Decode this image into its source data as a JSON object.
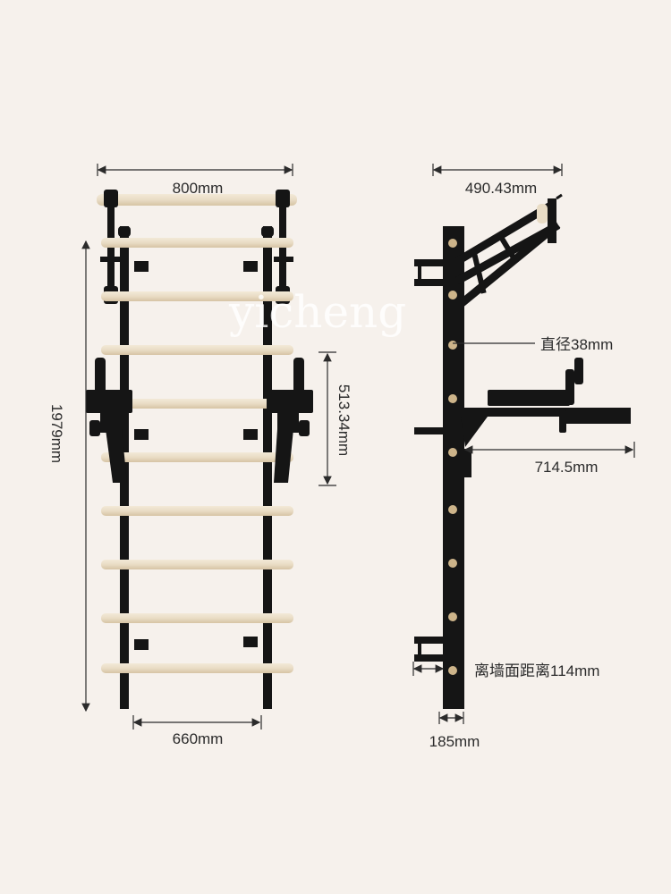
{
  "watermark": "yicheng",
  "front_view": {
    "width_top": "800mm",
    "height_total": "1979mm",
    "dip_bar_height": "513.34mm",
    "width_bottom": "660mm"
  },
  "side_view": {
    "top_depth": "490.43mm",
    "rung_diameter": "直径38mm",
    "dip_depth": "714.5mm",
    "wall_offset": "离墙面距离114mm",
    "base_depth": "185mm"
  },
  "colors": {
    "background": "#f6f1ec",
    "frame": "#151515",
    "wood": "#e9dcc5",
    "peg": "#cdb48a"
  }
}
